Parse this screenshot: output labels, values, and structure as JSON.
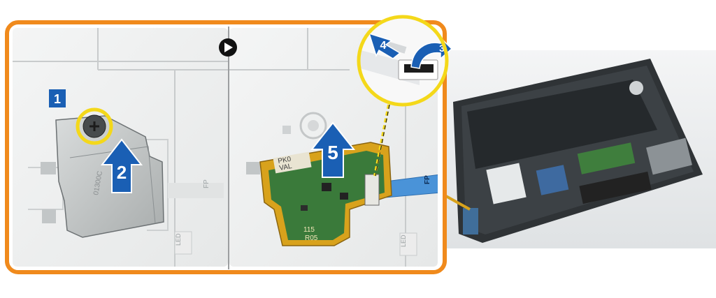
{
  "steps": {
    "step1": "1",
    "step2": "2",
    "step3": "3",
    "step4": "4",
    "step5": "5"
  },
  "board_labels": {
    "line1": "PK0",
    "line2": "VAL",
    "line3": "115",
    "line4": "R05"
  },
  "cable_labels": {
    "left_fp": "FP",
    "right_fp": "FP",
    "left_led": "LED",
    "right_led": "LED"
  },
  "colors": {
    "frame_orange": "#f08a1c",
    "callout_yellow": "#f4d81a",
    "step_blue": "#1a5fb4",
    "pcb_green": "#3a7a3a",
    "pcb_gold": "#d8a21c",
    "cable_blue": "#4a93d8"
  },
  "icons": {
    "play": "play-icon",
    "arrow_up": "arrow-up-icon",
    "curved_arrow": "curved-arrow-icon"
  }
}
